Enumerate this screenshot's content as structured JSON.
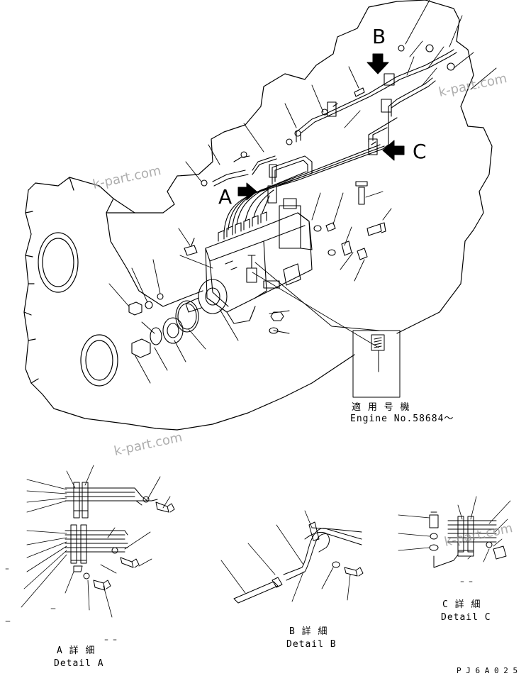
{
  "labels": {
    "view_a": "A",
    "view_b": "B",
    "view_c": "C",
    "applicable_jp": "適 用 号 機",
    "applicable_en": "Engine No.58684～",
    "detail_a_jp": "A 詳 細",
    "detail_a_en": "Detail A",
    "detail_b_jp": "B 詳 細",
    "detail_b_en": "Detail B",
    "detail_c_jp": "C 詳 細",
    "detail_c_en": "Detail C",
    "drawing_code": "P J 6 A 0 2 5"
  },
  "watermarks": [
    "k-part.com",
    "k-part.com",
    "k-part.com",
    "k-part.com"
  ],
  "colors": {
    "line": "#000000",
    "watermark": "#9a9a9a",
    "background": "#ffffff"
  }
}
